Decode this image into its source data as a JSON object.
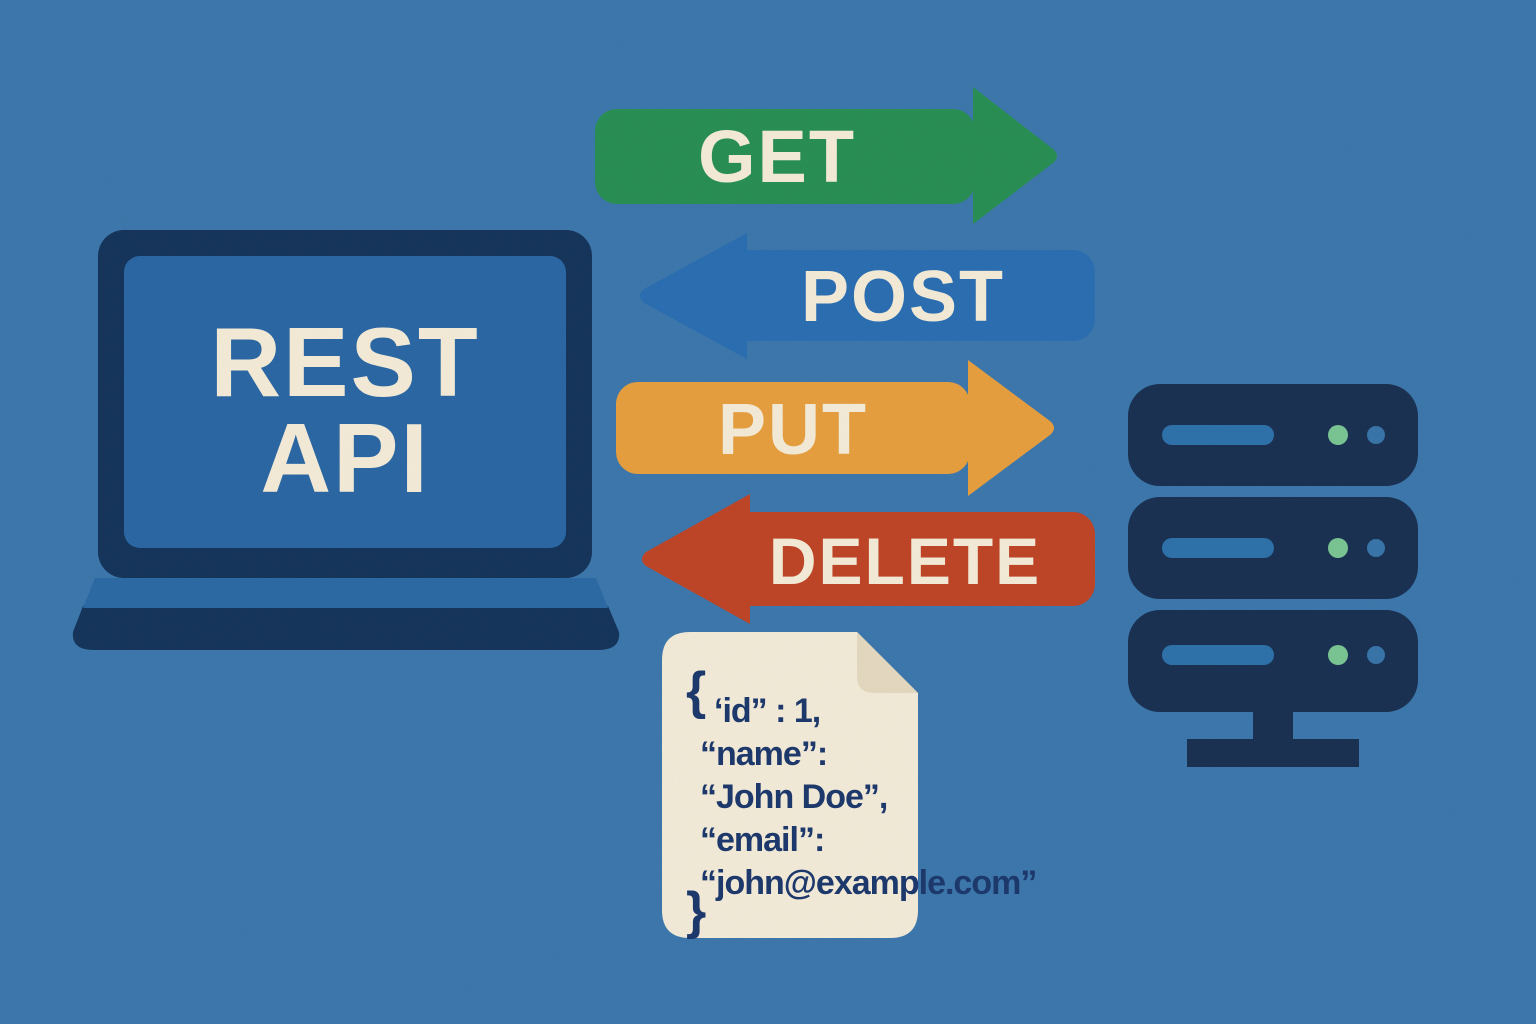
{
  "colors": {
    "background": "#3E79AE",
    "laptop_dark": "#17365C",
    "laptop_mid": "#2D6BA6",
    "screen_blue": "#2C69A6",
    "cream": "#F7EEDA",
    "server_dark": "#1B3254",
    "slot_blue": "#2F73AC",
    "dot_green": "#7CC795",
    "dot_blue": "#3A76AB",
    "paper": "#F6EEDB",
    "paper_fold": "#E7DCC2",
    "text_navy": "#1E3A6E"
  },
  "laptop": {
    "screen_line1": "REST",
    "screen_line2": "API"
  },
  "arrows": [
    {
      "label": "GET",
      "direction": "right",
      "color": "#2A9155"
    },
    {
      "label": "POST",
      "direction": "left",
      "color": "#2C70B4"
    },
    {
      "label": "PUT",
      "direction": "right",
      "color": "#E9A140"
    },
    {
      "label": "DELETE",
      "direction": "left",
      "color": "#C14628"
    }
  ],
  "server": {
    "unit_count": 3
  },
  "json_document": {
    "brace_open": "{",
    "line_id": "‘id” : 1,",
    "line_name_key": "“name”:",
    "line_name_value": "“John Doe”,",
    "line_email_key": "“email”:",
    "line_email_value": "“john@example.com”",
    "brace_close": "}"
  }
}
